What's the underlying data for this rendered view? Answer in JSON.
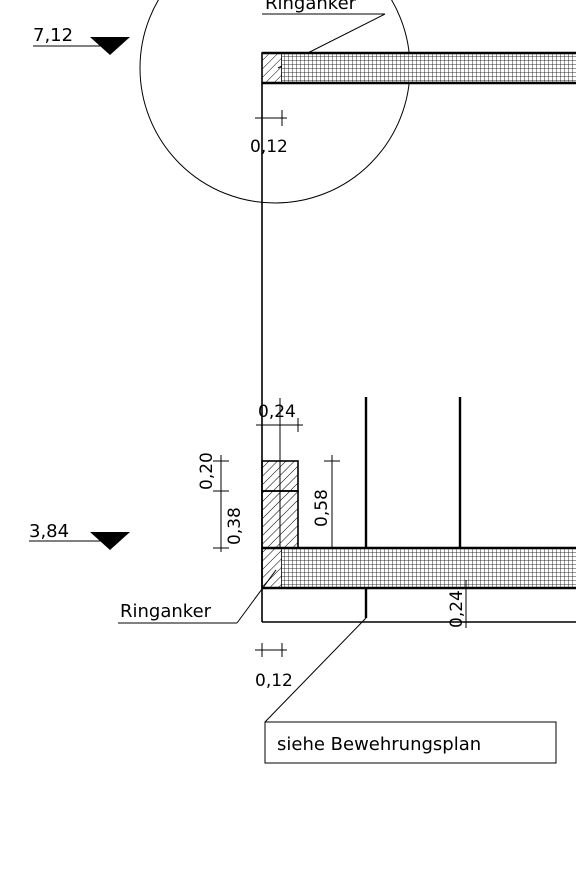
{
  "drawing": {
    "top_annotation": "Ringanker",
    "bottom_annotation": "Ringanker",
    "note": "siehe Bewehrungsplan",
    "levels": {
      "upper": "7,12",
      "lower": "3,84"
    },
    "dimensions": {
      "upper_wall_offset": "0,12",
      "lower_wall_offset": "0,12",
      "ringbeam_width": "0,24",
      "ringbeam_upper_part": "0,20",
      "ringbeam_lower_part": "0,38",
      "ringbeam_total": "0,58",
      "slab_thickness": "0,24"
    },
    "colors": {
      "line": "#000000",
      "background": "#ffffff"
    }
  }
}
